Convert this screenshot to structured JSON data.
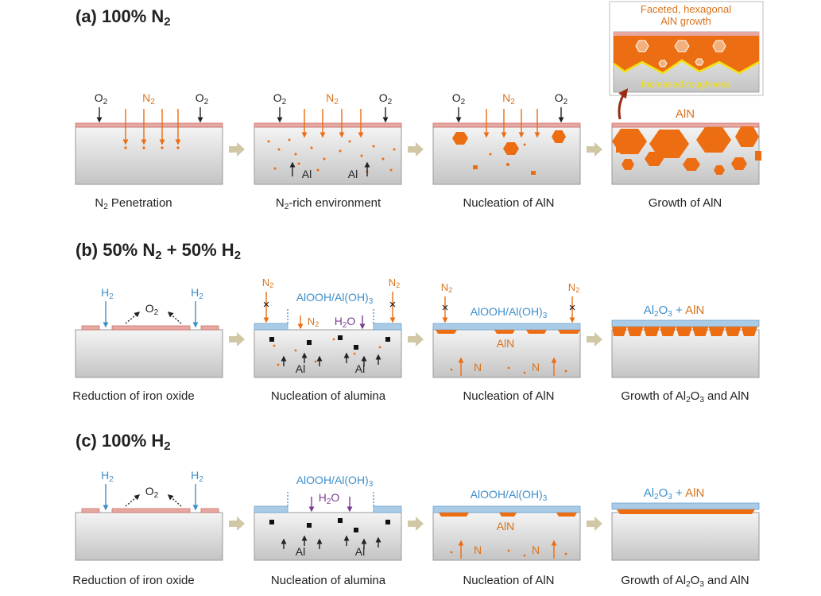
{
  "colors": {
    "orange": "#ec6d12",
    "orange_label": "#d8741e",
    "blue": "#3f8fcb",
    "purple": "#7a3f8f",
    "oxide": "#e8a8a2",
    "oxide_edge": "#c9706a",
    "alumina": "#a9cbe6",
    "alumina_edge": "#6fa2cc",
    "yellow": "#f3e10f",
    "step_arrow": "#d0c7a4"
  },
  "sections": [
    {
      "id": "a",
      "prefix": "(a) 100% N",
      "sub": "2",
      "suffix": "",
      "steps": [
        {
          "caption": [
            {
              "t": "N"
            },
            {
              "t": "2",
              "s": 1
            },
            {
              "t": " Penetration"
            }
          ]
        },
        {
          "caption": [
            {
              "t": "N"
            },
            {
              "t": "2",
              "s": 1
            },
            {
              "t": "-rich environment"
            }
          ]
        },
        {
          "caption": [
            {
              "t": "Nucleation of AlN"
            }
          ]
        },
        {
          "caption": [
            {
              "t": "Growth of AlN"
            }
          ]
        }
      ]
    },
    {
      "id": "b",
      "prefix": "(b) 50% N",
      "sub": "2",
      "suffix": " + 50% H",
      "sub2": "2",
      "steps": [
        {
          "caption": [
            {
              "t": "Reduction of iron oxide"
            }
          ]
        },
        {
          "caption": [
            {
              "t": "Nucleation of alumina"
            }
          ]
        },
        {
          "caption": [
            {
              "t": "Nucleation of AlN"
            }
          ]
        },
        {
          "caption": [
            {
              "t": "Growth of Al"
            },
            {
              "t": "2",
              "s": 1
            },
            {
              "t": "O"
            },
            {
              "t": "3",
              "s": 1
            },
            {
              "t": " and AlN"
            }
          ]
        }
      ]
    },
    {
      "id": "c",
      "prefix": "(c) 100% H",
      "sub": "2",
      "suffix": "",
      "steps": [
        {
          "caption": [
            {
              "t": "Reduction of iron oxide"
            }
          ]
        },
        {
          "caption": [
            {
              "t": "Nucleation of alumina"
            }
          ]
        },
        {
          "caption": [
            {
              "t": "Nucleation of AlN"
            }
          ]
        },
        {
          "caption": [
            {
              "t": "Growth of Al"
            },
            {
              "t": "2",
              "s": 1
            },
            {
              "t": "O"
            },
            {
              "t": "3",
              "s": 1
            },
            {
              "t": " and AlN"
            }
          ]
        }
      ]
    }
  ],
  "labels": {
    "o2": [
      {
        "t": "O"
      },
      {
        "t": "2",
        "s": 1
      }
    ],
    "n2": [
      {
        "t": "N"
      },
      {
        "t": "2",
        "s": 1
      }
    ],
    "h2": [
      {
        "t": "H"
      },
      {
        "t": "2",
        "s": 1
      }
    ],
    "h2o": [
      {
        "t": "H"
      },
      {
        "t": "2",
        "s": 1
      },
      {
        "t": "O"
      }
    ],
    "al": "Al",
    "n": "N",
    "aln": "AlN",
    "alooh": [
      {
        "t": "AlOOH/Al(OH)"
      },
      {
        "t": "3",
        "s": 1
      }
    ],
    "al2o3": [
      {
        "t": "Al"
      },
      {
        "t": "2",
        "s": 1
      },
      {
        "t": "O"
      },
      {
        "t": "3",
        "s": 1
      },
      {
        "t": " + "
      }
    ],
    "cross": "×"
  },
  "inset": {
    "title_line1": "Faceted, hexagonal",
    "title_line2": "AlN growth",
    "roughness": "Increased roughness"
  }
}
